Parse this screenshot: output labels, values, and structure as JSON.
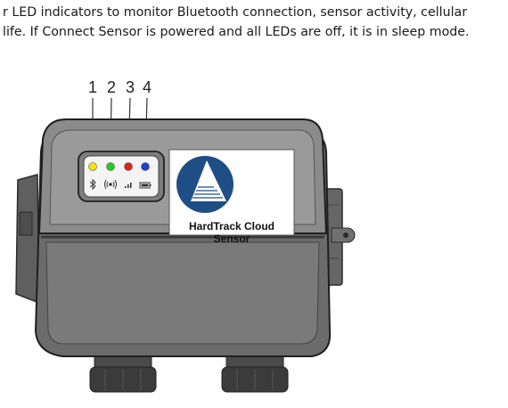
{
  "intro": {
    "line1": "r LED indicators to monitor Bluetooth connection, sensor activity, cellular",
    "line2": "life. If Connect Sensor is powered and all LEDs are off, it is in sleep mode."
  },
  "led_numbers": [
    "1",
    "2",
    "3",
    "4"
  ],
  "leds": [
    {
      "number": "1",
      "color": "#f2e600",
      "icon": "bluetooth-icon"
    },
    {
      "number": "2",
      "color": "#22cc22",
      "icon": "sensor-activity-icon"
    },
    {
      "number": "3",
      "color": "#e02020",
      "icon": "cellular-signal-icon"
    },
    {
      "number": "4",
      "color": "#1f3fd8",
      "icon": "battery-icon"
    }
  ],
  "logo": {
    "caption": "HardTrack Cloud Sensor",
    "badge_color": "#1f4e86"
  },
  "device": {
    "body_color": "#6f6f6f",
    "lid_color": "#8a8a8a"
  }
}
